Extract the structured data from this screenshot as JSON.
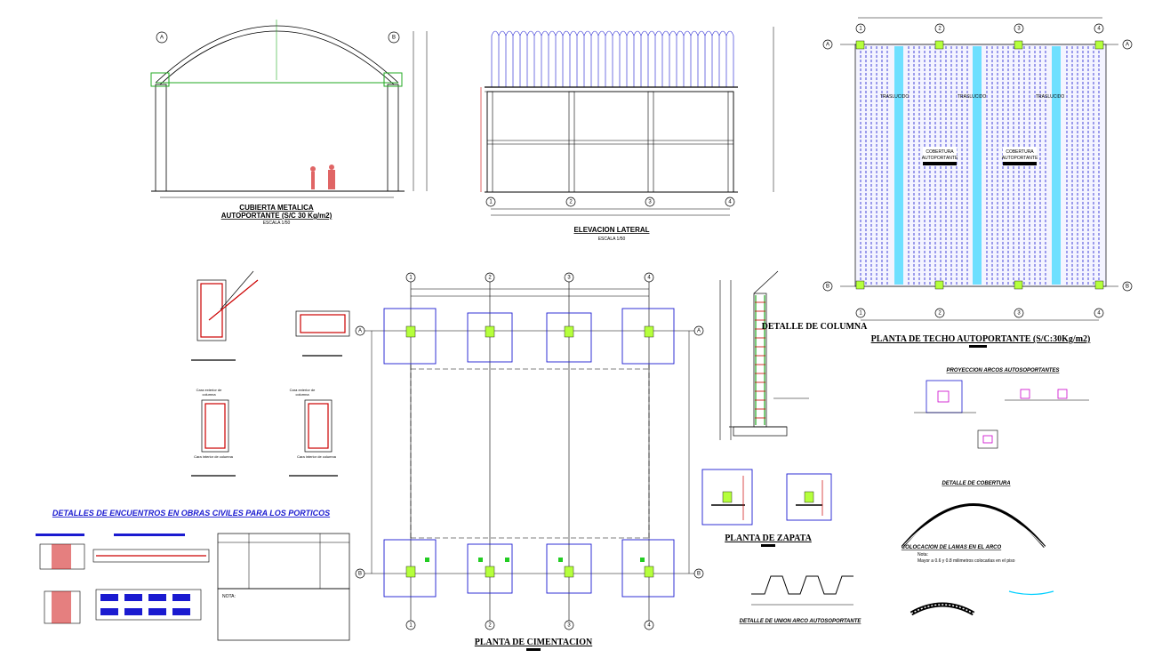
{
  "views": {
    "front": {
      "title": "CUBIERTA METALICA",
      "subtitle": "AUTOPORTANTE (S/C 30 Kg/m2)",
      "scale": "ESCALA 1/50"
    },
    "lateral": {
      "title": "ELEVACION LATERAL",
      "scale": "ESCALA 1/50"
    },
    "roof_plan": {
      "title": "PLANTA DE TECHO AUTOPORTANTE (S/C:30Kg/m2)",
      "translucent_label": "TRASLUCIDO",
      "cover_label_1": "COBERTURA",
      "cover_label_2": "AUTOPORTANTE"
    },
    "foundation": {
      "title": "PLANTA DE CIMENTACION"
    },
    "column_detail": {
      "title": "DETALLE DE COLUMNA"
    },
    "footing": {
      "title": "PLANTA DE ZAPATA"
    },
    "arch_projection": {
      "title": "PROYECCION ARCOS AUTOSOPORTANTES"
    },
    "cover_detail": {
      "title": "DETALLE DE COBERTURA",
      "note_title": "Nota:",
      "note_text": "Mayor a 0.6 y 0.8 milimetros colocarlas en el piso",
      "laying_label": "COLOCACION DE LAMAS EN EL ARCO"
    },
    "union_detail": {
      "title": "DETALLE DE UNION ARCO AUTOSOPORTANTE"
    },
    "encounters": {
      "title": "DETALLES DE ENCUENTROS EN OBRAS CIVILES PARA LOS PORTICOS",
      "note_title": "NOTA:"
    },
    "section_labels": {
      "col_outer_1": "Cara exterior de",
      "col_outer_2": "columna",
      "col_inner": "Cara interior de columna"
    }
  },
  "axes": {
    "numbers": [
      "1",
      "2",
      "3",
      "4"
    ],
    "letters": [
      "A",
      "B"
    ]
  },
  "colors": {
    "line": "#000000",
    "structure": "#1a1ad0",
    "ground": "#22aa22",
    "rebar": "#cc0000",
    "translucent": "#00cfff",
    "pad": "#b5ff3c",
    "magenta": "#cc00cc"
  }
}
